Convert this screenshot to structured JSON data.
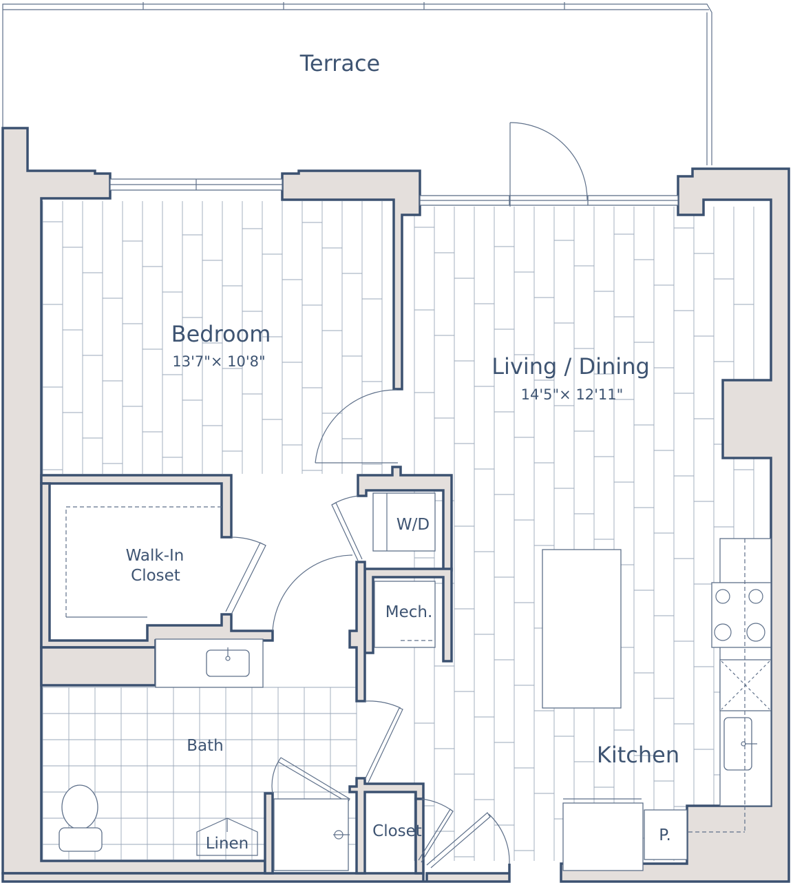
{
  "plan": {
    "rooms": {
      "terrace": {
        "name": "Terrace"
      },
      "bedroom": {
        "name": "Bedroom",
        "dims": "13'7\"× 10'8\""
      },
      "living": {
        "name": "Living / Dining",
        "dims": "14'5\"× 12'11\""
      },
      "walkin": {
        "line1": "Walk-In",
        "line2": "Closet"
      },
      "wd": {
        "name": "W/D"
      },
      "mech": {
        "name": "Mech."
      },
      "bath": {
        "name": "Bath"
      },
      "linen": {
        "name": "Linen"
      },
      "closet": {
        "name": "Closet"
      },
      "kitchen": {
        "name": "Kitchen"
      },
      "pantry": {
        "name": "P."
      }
    },
    "colors": {
      "wall_fill": "#e4dfdc",
      "wall_outline": "#3b5170",
      "text": "#3e5472",
      "floor_lines": "#9aa7b8"
    }
  }
}
